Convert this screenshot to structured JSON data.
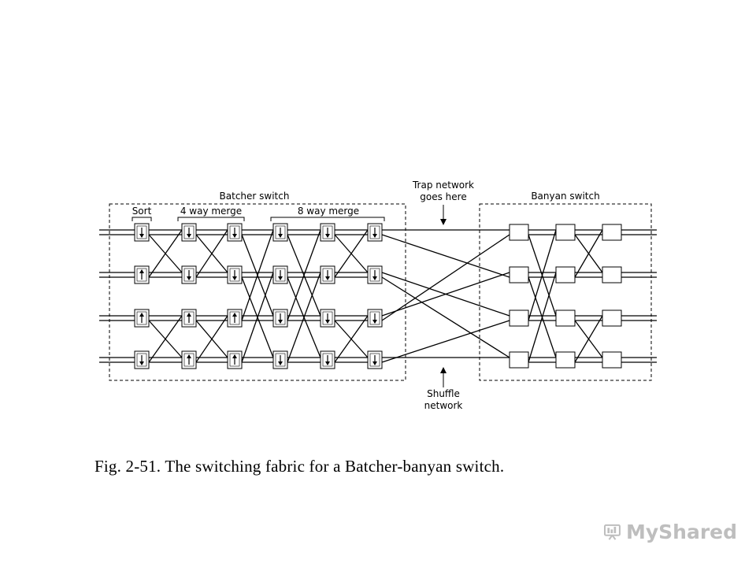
{
  "diagram": {
    "batcher_label": "Batcher switch",
    "banyan_label": "Banyan switch",
    "sort_label": "Sort",
    "merge4_label": "4 way merge",
    "merge8_label": "8 way merge",
    "trap_line1": "Trap network",
    "trap_line2": "goes here",
    "shuffle_line1": "Shuffle",
    "shuffle_line2": "network",
    "switch_arrows": [
      [
        "down",
        "down",
        "down",
        "down",
        "down",
        "down"
      ],
      [
        "up",
        "down",
        "down",
        "down",
        "down",
        "down"
      ],
      [
        "up",
        "up",
        "up",
        "down",
        "down",
        "down"
      ],
      [
        "down",
        "up",
        "up",
        "down",
        "down",
        "down"
      ]
    ]
  },
  "caption": "Fig. 2-51. The switching fabric for a Batcher-banyan switch.",
  "watermark": {
    "text": "MyShared",
    "icon": "presentation-board-icon"
  }
}
